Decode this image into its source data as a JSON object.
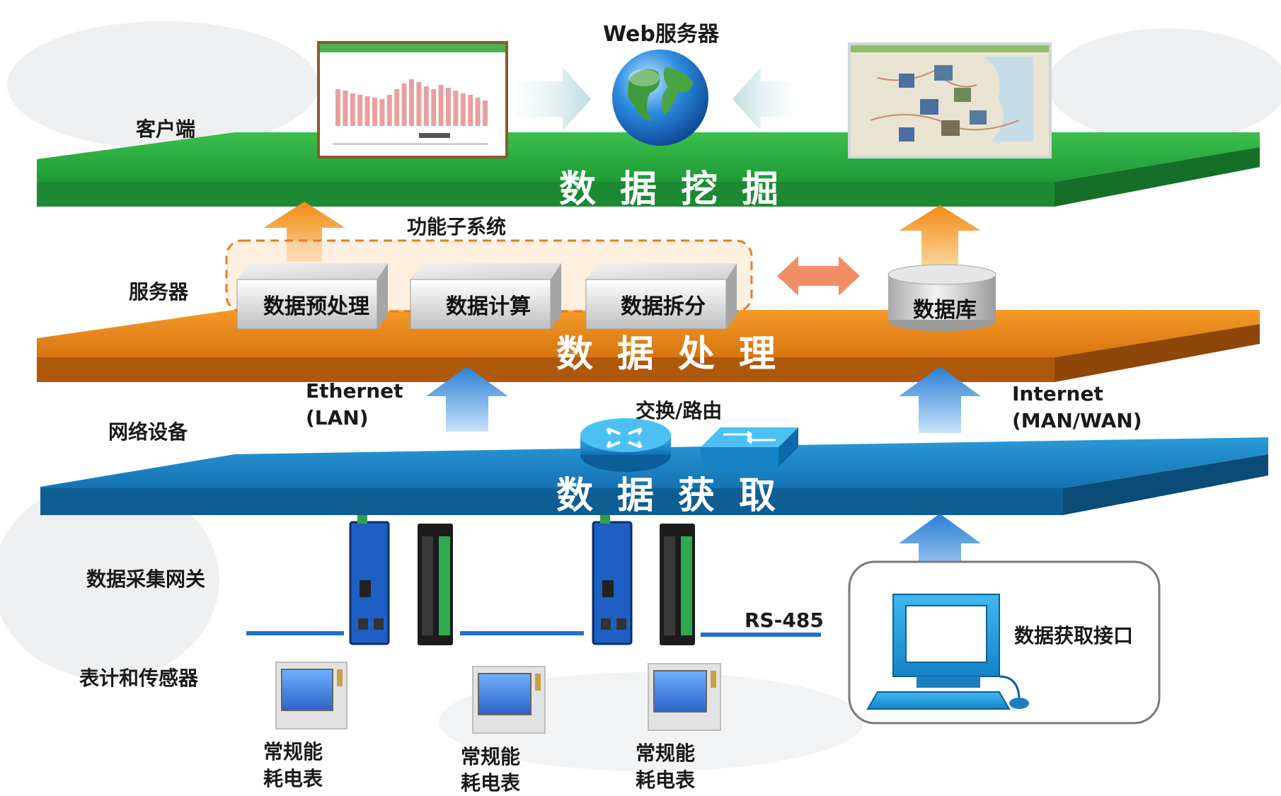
{
  "layers": {
    "client_label": "客户端",
    "server_label": "服务器",
    "network_label": "网络设备",
    "gateway_label": "数据采集网关",
    "meter_label": "表计和传感器"
  },
  "bands": {
    "mining": "数据挖掘",
    "processing": "数据处理",
    "acquisition": "数据获取"
  },
  "web_server_label": "Web服务器",
  "subsystem": {
    "title": "功能子系统",
    "boxes": [
      "数据预处理",
      "数据计算",
      "数据拆分"
    ]
  },
  "database_label": "数据库",
  "network": {
    "ethernet_line1": "Ethernet",
    "ethernet_line2": "(LAN)",
    "switch_label": "交换/路由",
    "internet_line1": "Internet",
    "internet_line2": "(MAN/WAN)"
  },
  "rs485_label": "RS-485",
  "interface_label": "数据获取接口",
  "meters": [
    {
      "line1": "常规能",
      "line2": "耗电表"
    },
    {
      "line1": "常规能",
      "line2": "耗电表"
    },
    {
      "line1": "常规能",
      "line2": "耗电表"
    }
  ],
  "colors": {
    "green_band": "#2aa043",
    "orange_band": "#e07d12",
    "blue_band": "#1b7fc0",
    "arrow_orange": "#f39a2a",
    "arrow_blue": "#2f86d8"
  },
  "icons": [
    "globe-icon",
    "router-icon",
    "switch-icon",
    "computer-icon",
    "database-icon",
    "gateway-device-icon",
    "io-module-icon",
    "power-meter-icon"
  ]
}
